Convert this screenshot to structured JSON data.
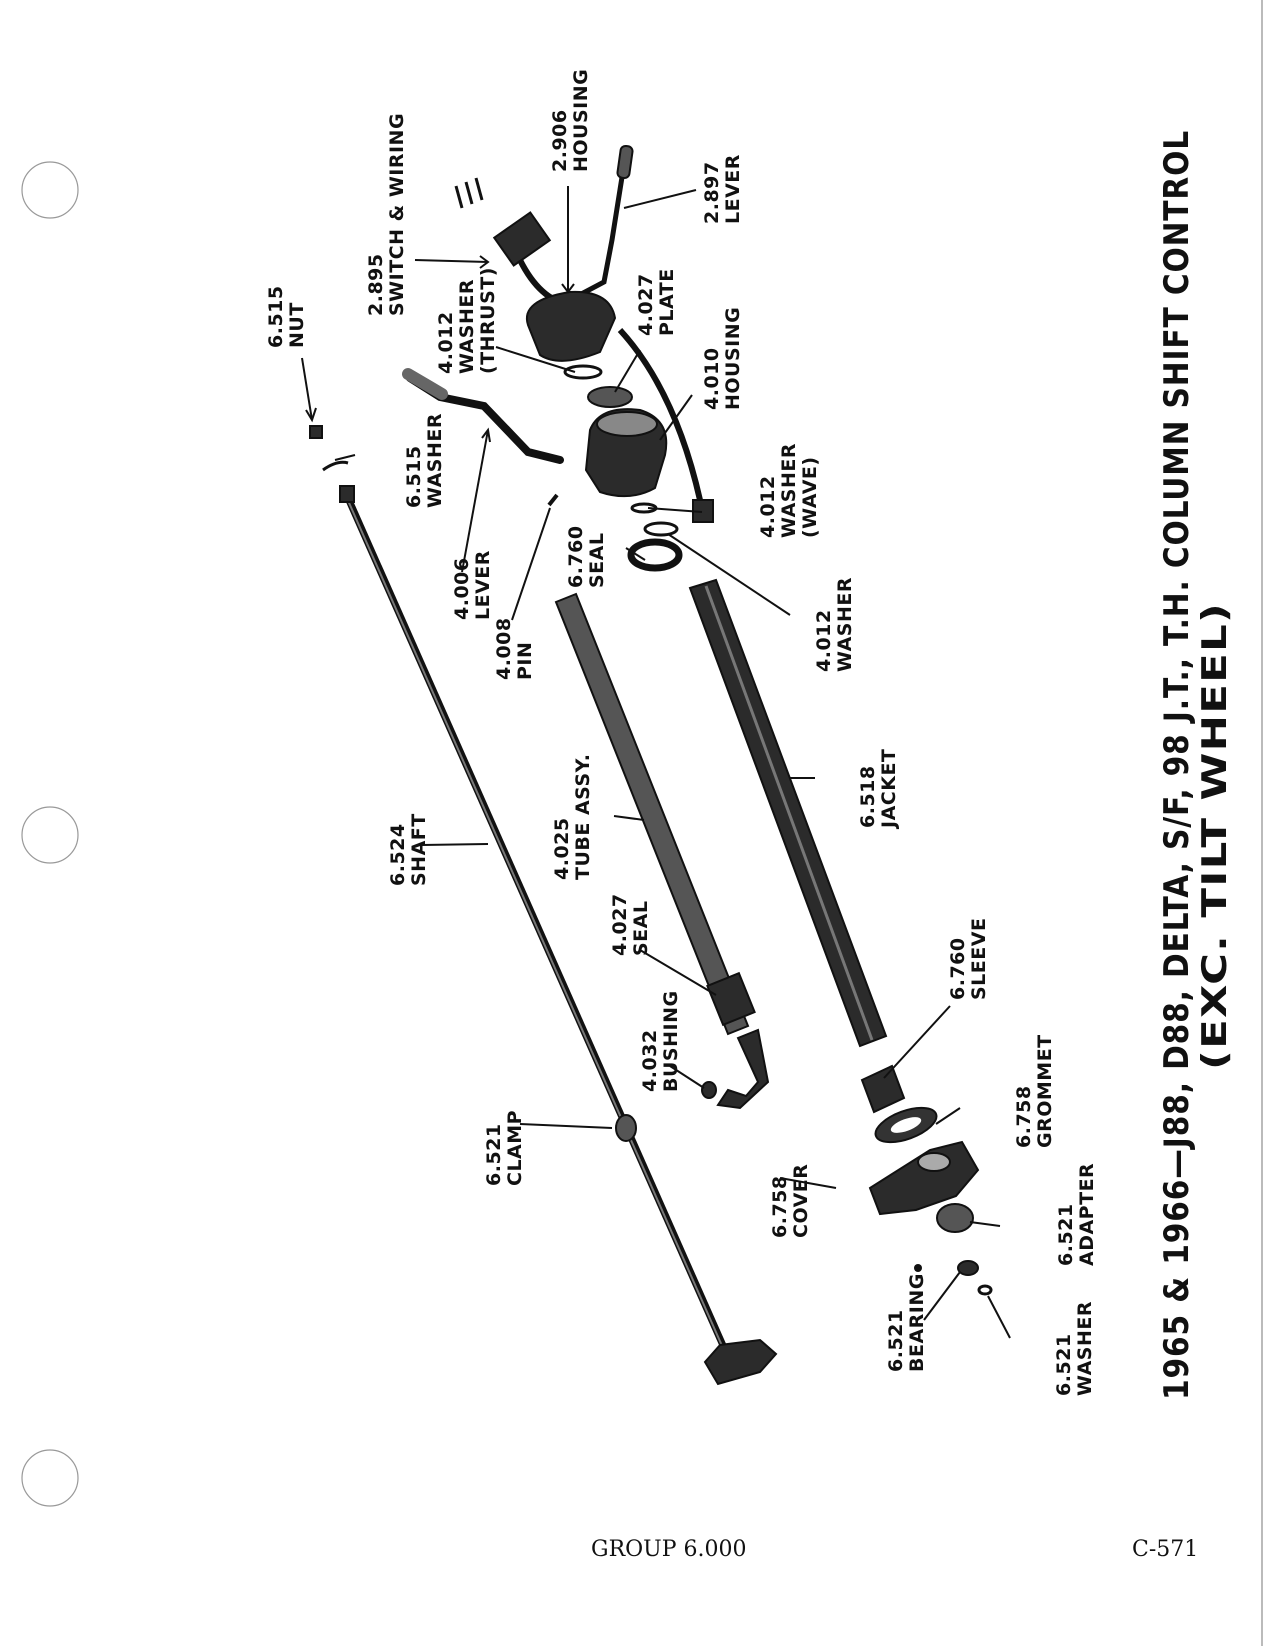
{
  "title_line1": "1965 & 1966—J88, D88, DELTA, S/F, 98 J.T., T.H. COLUMN SHIFT CONTROL",
  "title_line2": "(EXC. TILT WHEEL)",
  "footer": {
    "group": "GROUP 6.000",
    "page": "C-571"
  },
  "labels": [
    {
      "num": "6.515",
      "name": "NUT"
    },
    {
      "num": "2.895",
      "name": "SWITCH & WIRING"
    },
    {
      "num": "2.906",
      "name": "HOUSING"
    },
    {
      "num": "2.897",
      "name": "LEVER"
    },
    {
      "num": "4.012",
      "name": "WASHER",
      "extra": "(THRUST)"
    },
    {
      "num": "4.027",
      "name": "PLATE"
    },
    {
      "num": "4.010",
      "name": "HOUSING"
    },
    {
      "num": "6.515",
      "name": "WASHER"
    },
    {
      "num": "4.006",
      "name": "LEVER"
    },
    {
      "num": "4.012",
      "name": "WASHER",
      "extra": "(WAVE)"
    },
    {
      "num": "6.760",
      "name": "SEAL"
    },
    {
      "num": "4.008",
      "name": "PIN"
    },
    {
      "num": "4.012",
      "name": "WASHER"
    },
    {
      "num": "6.518",
      "name": "JACKET"
    },
    {
      "num": "4.025",
      "name": "TUBE ASSY."
    },
    {
      "num": "6.524",
      "name": "SHAFT"
    },
    {
      "num": "4.027",
      "name": "SEAL"
    },
    {
      "num": "6.760",
      "name": "SLEEVE"
    },
    {
      "num": "4.032",
      "name": "BUSHING"
    },
    {
      "num": "6.758",
      "name": "GROMMET"
    },
    {
      "num": "6.521",
      "name": "CLAMP"
    },
    {
      "num": "6.758",
      "name": "COVER"
    },
    {
      "num": "6.521",
      "name": "ADAPTER"
    },
    {
      "num": "6.521",
      "name": "BEARING"
    },
    {
      "num": "6.521",
      "name": "WASHER"
    }
  ]
}
